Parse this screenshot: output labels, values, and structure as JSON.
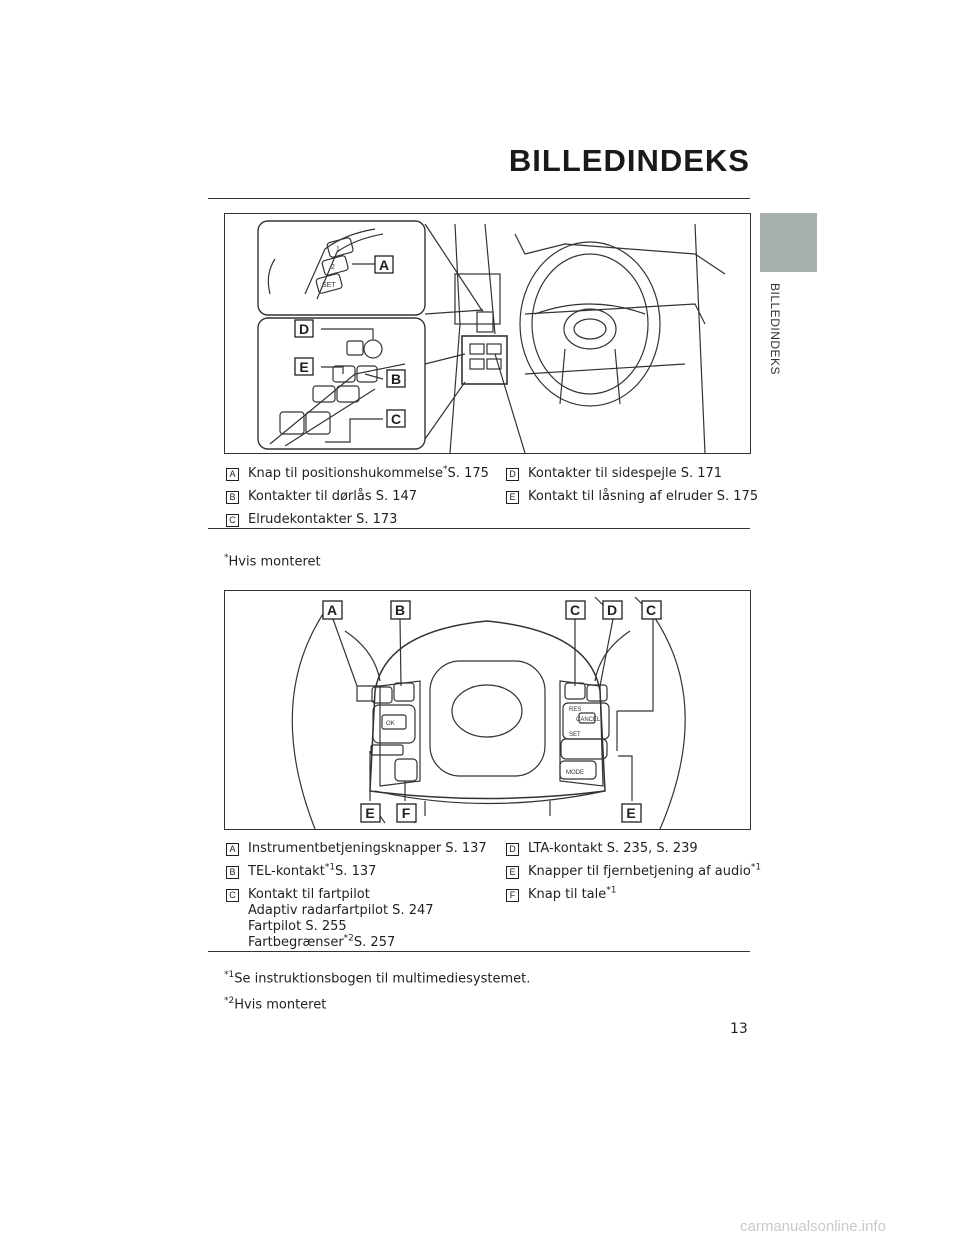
{
  "header": {
    "title": "BILLEDINDEKS",
    "side_label": "BILLEDINDEKS"
  },
  "figure1": {
    "callouts": [
      "A",
      "D",
      "E",
      "B",
      "C"
    ],
    "button_labels": [
      "1",
      "2",
      "SET"
    ]
  },
  "figure2": {
    "callouts": [
      "A",
      "B",
      "C",
      "D",
      "C",
      "E",
      "F",
      "E"
    ],
    "button_labels": [
      "OK",
      "MODE",
      "RES",
      "CANCEL",
      "SET"
    ]
  },
  "legend1": {
    "left": [
      {
        "letter": "A",
        "text": "Knap til positionshukommelse",
        "sup": "*",
        "ref": "S. 175"
      },
      {
        "letter": "B",
        "text": "Kontakter til dørlås S. 147",
        "sup": "",
        "ref": ""
      },
      {
        "letter": "C",
        "text": "Elrudekontakter S. 173",
        "sup": "",
        "ref": ""
      }
    ],
    "right": [
      {
        "letter": "D",
        "text": "Kontakter til sidespejle S. 171",
        "sup": "",
        "ref": ""
      },
      {
        "letter": "E",
        "text": "Kontakt til låsning af elruder S. 175",
        "sup": "",
        "ref": ""
      }
    ]
  },
  "note1": {
    "sup": "*",
    "text": "Hvis monteret"
  },
  "legend2": {
    "left": [
      {
        "letter": "A",
        "text": "Instrumentbetjeningsknapper S. 137",
        "sup": "",
        "ref": ""
      },
      {
        "letter": "B",
        "text": "TEL-kontakt",
        "sup": "*1",
        "ref": "S. 137"
      },
      {
        "letter": "C",
        "line1": "Kontakt til fartpilot",
        "line2": "Adaptiv radarfartpilot S. 247",
        "line3": "Fartpilot S. 255",
        "line4": "Fartbegrænser",
        "line4_sup": "*2",
        "line4_ref": "S. 257"
      }
    ],
    "right": [
      {
        "letter": "D",
        "text": " LTA-kontakt S. 235, S. 239",
        "sup": "",
        "ref": ""
      },
      {
        "letter": "E",
        "text": "Knapper til fjernbetjening af audio",
        "sup": "*1",
        "ref": ""
      },
      {
        "letter": "F",
        "text": "Knap til tale",
        "sup": "*1",
        "ref": ""
      }
    ]
  },
  "notes2": [
    {
      "sup": "*1",
      "text": "Se instruktionsbogen til multimediesystemet."
    },
    {
      "sup": "*2",
      "text": "Hvis monteret"
    }
  ],
  "page_number": "13",
  "watermark": "carmanualsonline.info"
}
